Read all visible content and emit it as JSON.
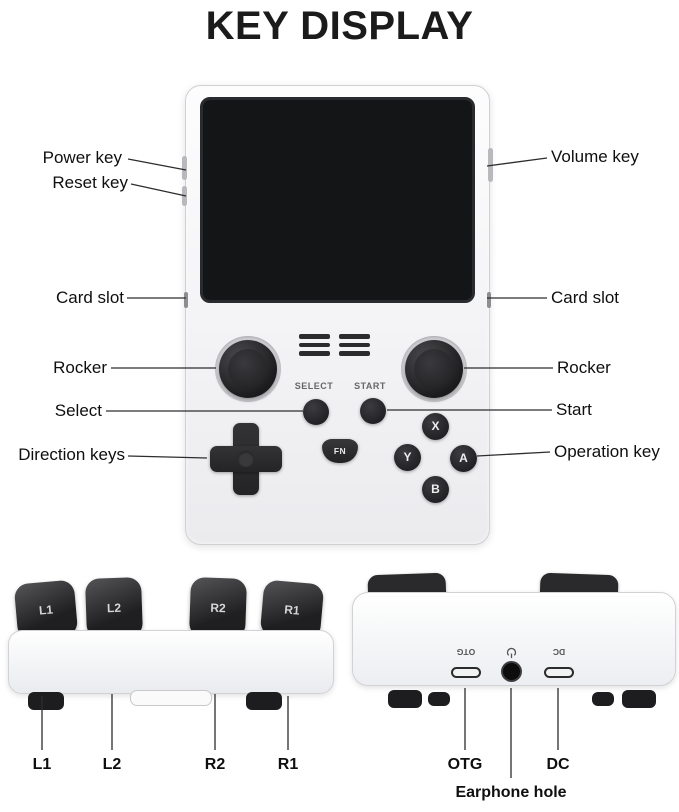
{
  "title": "KEY DISPLAY",
  "colors": {
    "background": "#ffffff",
    "device_body": "#f2f2f4",
    "dark_parts": "#232325",
    "screen": "#141517",
    "callout_line": "#2d2d2d"
  },
  "callouts": {
    "left": [
      {
        "text": "Power key"
      },
      {
        "text": "Reset key"
      },
      {
        "text": "Card slot"
      },
      {
        "text": "Rocker"
      },
      {
        "text": "Select"
      },
      {
        "text": "Direction keys"
      }
    ],
    "right": [
      {
        "text": "Volume key"
      },
      {
        "text": "Card slot"
      },
      {
        "text": "Rocker"
      },
      {
        "text": "Start"
      },
      {
        "text": "Operation key"
      }
    ]
  },
  "device": {
    "select_label": "SELECT",
    "start_label": "START",
    "fn_label": "FN",
    "buttons": {
      "x": "X",
      "y": "Y",
      "a": "A",
      "b": "B"
    }
  },
  "top_view": {
    "buttons": [
      {
        "label": "L1"
      },
      {
        "label": "L2"
      },
      {
        "label": "R2"
      },
      {
        "label": "R1"
      }
    ]
  },
  "bottom_view": {
    "otg_label": "OTG",
    "dc_label": "DC"
  },
  "bottom_labels": {
    "l1": "L1",
    "l2": "L2",
    "r2": "R2",
    "r1": "R1",
    "otg": "OTG",
    "dc": "DC",
    "earphone": "Earphone hole"
  }
}
